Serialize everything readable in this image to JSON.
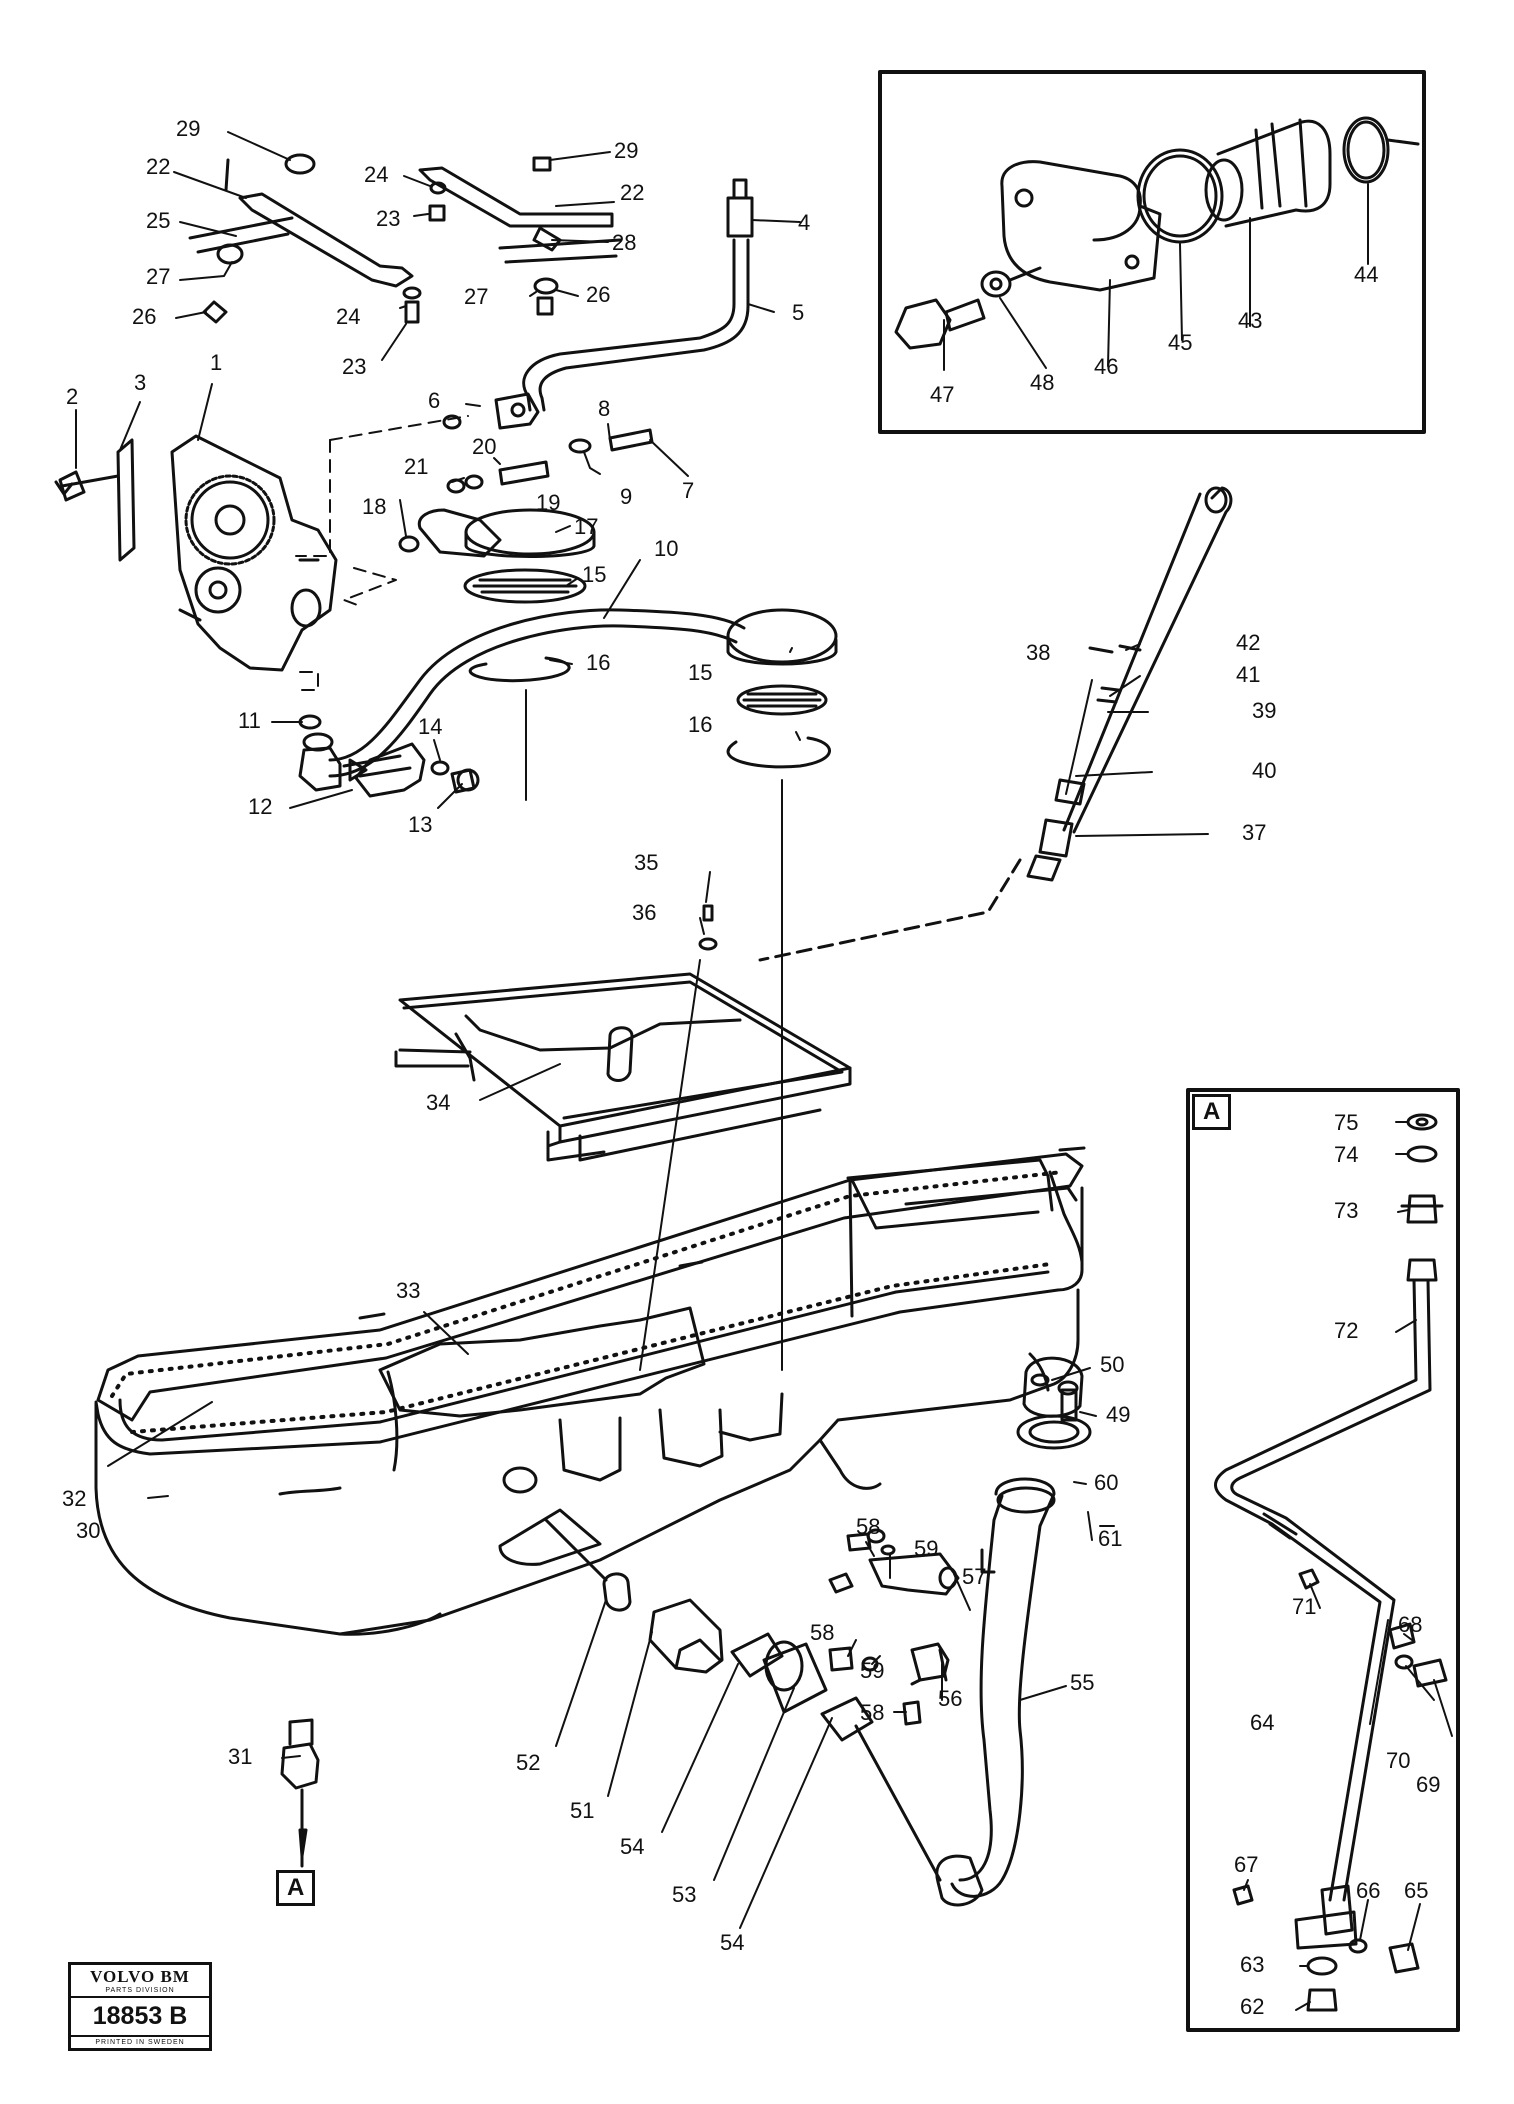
{
  "diagram": {
    "reference_marker": "A",
    "logo": {
      "brand": "VOLVO BM",
      "division": "PARTS DIVISION",
      "number": "18853 B",
      "footer": "PRINTED IN SWEDEN"
    },
    "callouts": [
      {
        "id": "c29a",
        "text": "29"
      },
      {
        "id": "c22a",
        "text": "22"
      },
      {
        "id": "c25",
        "text": "25"
      },
      {
        "id": "c27a",
        "text": "27"
      },
      {
        "id": "c26a",
        "text": "26"
      },
      {
        "id": "c24a",
        "text": "24"
      },
      {
        "id": "c23a",
        "text": "23"
      },
      {
        "id": "c24b",
        "text": "24"
      },
      {
        "id": "c23b",
        "text": "23"
      },
      {
        "id": "c29b",
        "text": "29"
      },
      {
        "id": "c22b",
        "text": "22"
      },
      {
        "id": "c28",
        "text": "28"
      },
      {
        "id": "c27b",
        "text": "27"
      },
      {
        "id": "c26b",
        "text": "26"
      },
      {
        "id": "c4",
        "text": "4"
      },
      {
        "id": "c5",
        "text": "5"
      },
      {
        "id": "c1",
        "text": "1"
      },
      {
        "id": "c2",
        "text": "2"
      },
      {
        "id": "c3",
        "text": "3"
      },
      {
        "id": "c6",
        "text": "6"
      },
      {
        "id": "c8",
        "text": "8"
      },
      {
        "id": "c20",
        "text": "20"
      },
      {
        "id": "c21",
        "text": "21"
      },
      {
        "id": "c19",
        "text": "19"
      },
      {
        "id": "c9",
        "text": "9"
      },
      {
        "id": "c7",
        "text": "7"
      },
      {
        "id": "c18",
        "text": "18"
      },
      {
        "id": "c17",
        "text": "17"
      },
      {
        "id": "c15a",
        "text": "15"
      },
      {
        "id": "c10",
        "text": "10"
      },
      {
        "id": "c16a",
        "text": "16"
      },
      {
        "id": "c15b",
        "text": "15"
      },
      {
        "id": "c16b",
        "text": "16"
      },
      {
        "id": "c11",
        "text": "11"
      },
      {
        "id": "c14",
        "text": "14"
      },
      {
        "id": "c12",
        "text": "12"
      },
      {
        "id": "c13",
        "text": "13"
      },
      {
        "id": "c42",
        "text": "42"
      },
      {
        "id": "c41",
        "text": "41"
      },
      {
        "id": "c38",
        "text": "38"
      },
      {
        "id": "c39",
        "text": "39"
      },
      {
        "id": "c40",
        "text": "40"
      },
      {
        "id": "c37",
        "text": "37"
      },
      {
        "id": "c35",
        "text": "35"
      },
      {
        "id": "c36",
        "text": "36"
      },
      {
        "id": "c34",
        "text": "34"
      },
      {
        "id": "c33",
        "text": "33"
      },
      {
        "id": "c32",
        "text": "32"
      },
      {
        "id": "c30",
        "text": "30"
      },
      {
        "id": "c31",
        "text": "31"
      },
      {
        "id": "c50",
        "text": "50"
      },
      {
        "id": "c49",
        "text": "49"
      },
      {
        "id": "c60",
        "text": "60"
      },
      {
        "id": "c61",
        "text": "61"
      },
      {
        "id": "c58a",
        "text": "58"
      },
      {
        "id": "c59a",
        "text": "59"
      },
      {
        "id": "c57",
        "text": "57"
      },
      {
        "id": "c58b",
        "text": "58"
      },
      {
        "id": "c59b",
        "text": "59"
      },
      {
        "id": "c56",
        "text": "56"
      },
      {
        "id": "c58c",
        "text": "58"
      },
      {
        "id": "c55",
        "text": "55"
      },
      {
        "id": "c52",
        "text": "52"
      },
      {
        "id": "c51",
        "text": "51"
      },
      {
        "id": "c54a",
        "text": "54"
      },
      {
        "id": "c53",
        "text": "53"
      },
      {
        "id": "c54b",
        "text": "54"
      },
      {
        "id": "c47",
        "text": "47"
      },
      {
        "id": "c48",
        "text": "48"
      },
      {
        "id": "c46",
        "text": "46"
      },
      {
        "id": "c45",
        "text": "45"
      },
      {
        "id": "c43",
        "text": "43"
      },
      {
        "id": "c44",
        "text": "44"
      },
      {
        "id": "c75",
        "text": "75"
      },
      {
        "id": "c74",
        "text": "74"
      },
      {
        "id": "c73",
        "text": "73"
      },
      {
        "id": "c72",
        "text": "72"
      },
      {
        "id": "c71",
        "text": "71"
      },
      {
        "id": "c68",
        "text": "68"
      },
      {
        "id": "c64",
        "text": "64"
      },
      {
        "id": "c70",
        "text": "70"
      },
      {
        "id": "c69",
        "text": "69"
      },
      {
        "id": "c67",
        "text": "67"
      },
      {
        "id": "c66",
        "text": "66"
      },
      {
        "id": "c65",
        "text": "65"
      },
      {
        "id": "c63",
        "text": "63"
      },
      {
        "id": "c62",
        "text": "62"
      }
    ]
  }
}
